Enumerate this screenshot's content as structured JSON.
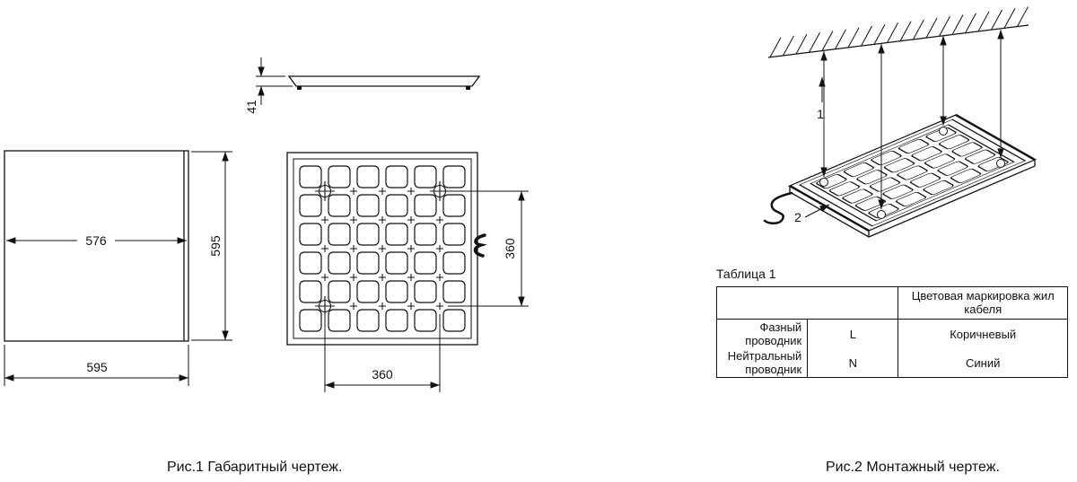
{
  "fig1": {
    "caption": "Рис.1 Габаритный чертеж.",
    "dim_thickness": "41",
    "dim_inner_width": "576",
    "dim_height": "595",
    "dim_width": "595",
    "dim_mount_vertical": "360",
    "dim_mount_horizontal": "360"
  },
  "fig2": {
    "caption": "Рис.2 Монтажный чертеж.",
    "callout_1": "1",
    "callout_2": "2",
    "table": {
      "title": "Таблица 1",
      "col_header": "Цветовая маркировка жил кабеля",
      "rows": [
        {
          "name": "Фазный проводник",
          "code": "L",
          "color": "Коричневый"
        },
        {
          "name": "Нейтральный проводник",
          "code": "N",
          "color": "Синий"
        }
      ]
    }
  }
}
